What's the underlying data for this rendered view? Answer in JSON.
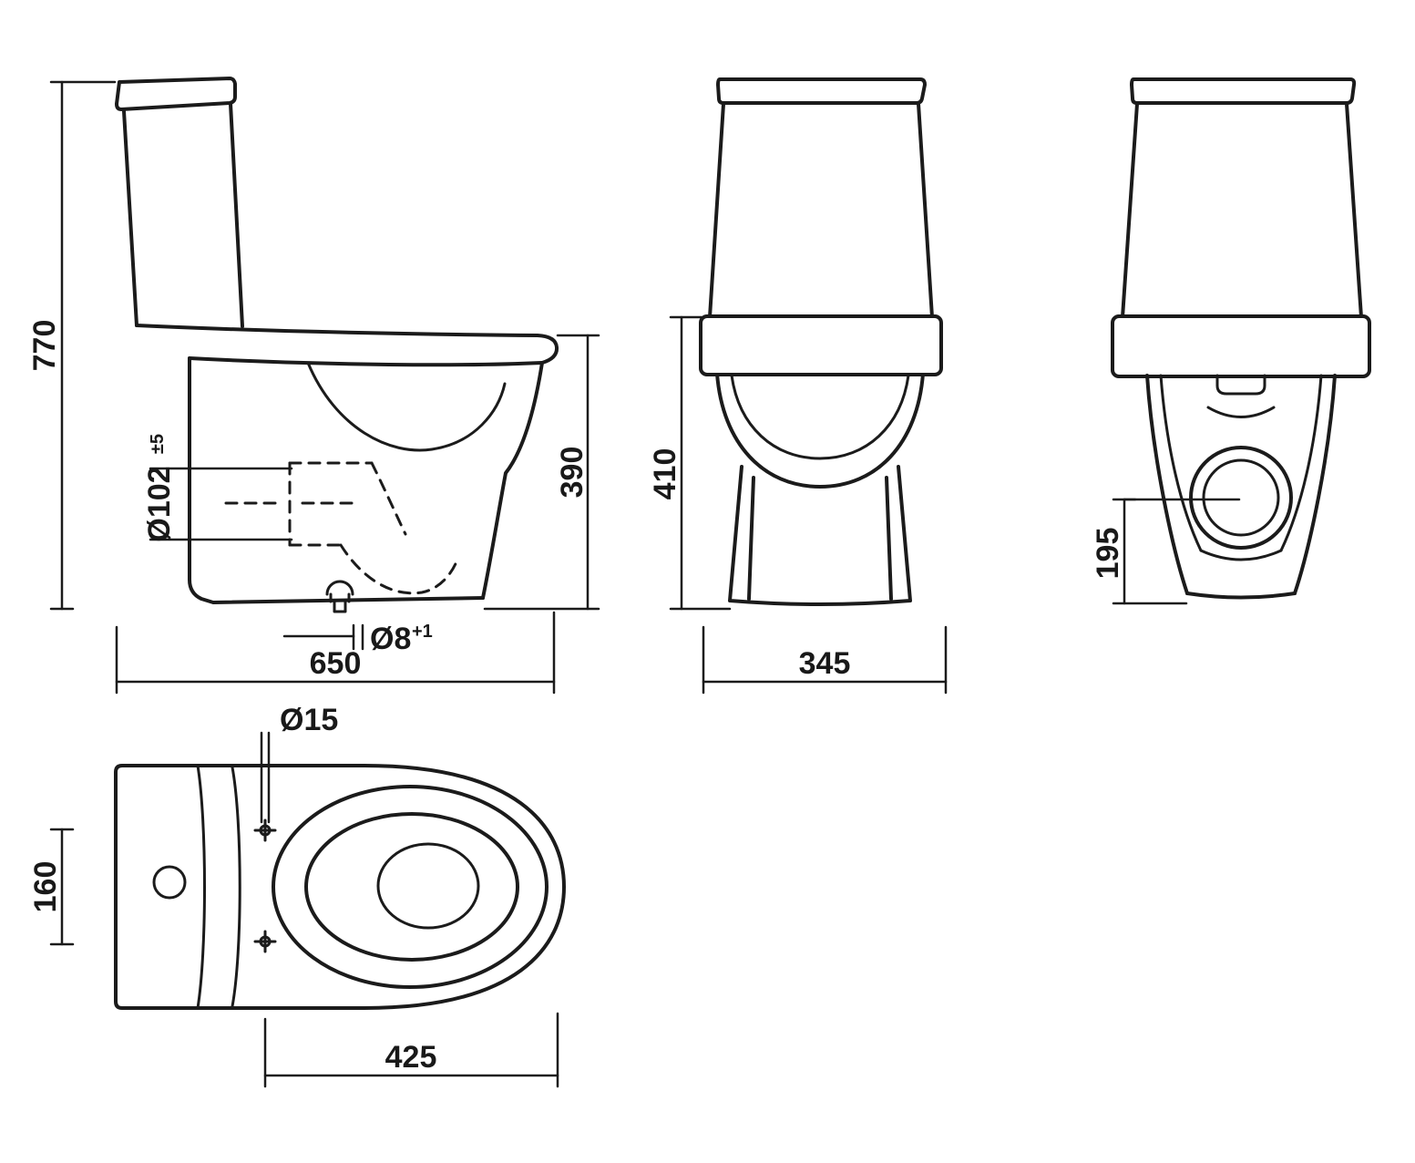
{
  "drawing": {
    "subject": "Close-coupled toilet dimensional drawing, four orthographic views",
    "line_color": "#1b1b1b",
    "background": "#ffffff",
    "side_view": {
      "overall_height": "770",
      "rim_height": "390",
      "overall_depth": "650",
      "trap_diameter": "Ø102",
      "trap_tolerance": "±5",
      "fixing_hole_diameter": "Ø8",
      "fixing_hole_tolerance": "+1"
    },
    "front_view": {
      "bowl_height": "410",
      "overall_width": "345"
    },
    "rear_view": {
      "outlet_height": "195"
    },
    "top_view": {
      "cistern_width_offset": "160",
      "hinge_hole_diameter": "Ø15",
      "bowl_length": "425"
    }
  }
}
